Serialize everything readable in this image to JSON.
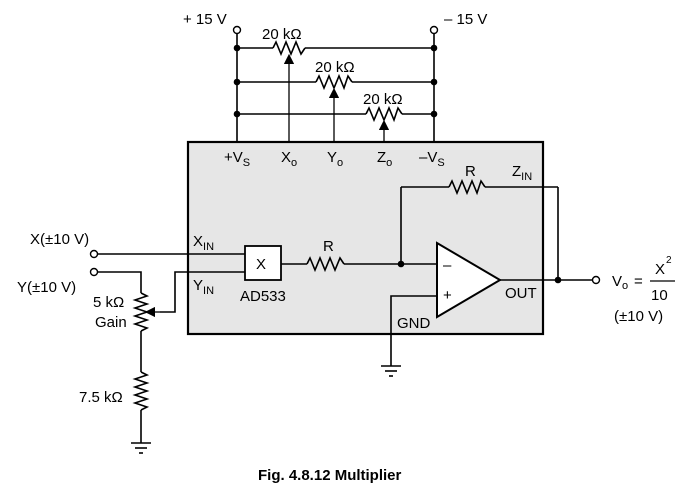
{
  "supplies": {
    "pos": "+ 15 V",
    "neg": "– 15 V"
  },
  "trim_resistors": {
    "r1": "20 kΩ",
    "r2": "20 kΩ",
    "r3": "20 kΩ"
  },
  "chip": {
    "pin_vs_pos": "+V",
    "pin_vs_pos_sub": "S",
    "pin_xo": "X",
    "pin_xo_sub": "o",
    "pin_yo": "Y",
    "pin_yo_sub": "o",
    "pin_zo": "Z",
    "pin_zo_sub": "o",
    "pin_vs_neg": "–V",
    "pin_vs_neg_sub": "S",
    "r_feedback": "R",
    "z_in": "Z",
    "z_in_sub": "IN",
    "x_in": "X",
    "x_in_sub": "IN",
    "y_in": "Y",
    "y_in_sub": "IN",
    "multiplier_symbol": "X",
    "part_name": "AD533",
    "r_input": "R",
    "opamp_minus": "–",
    "opamp_plus": "+",
    "gnd": "GND",
    "out": "OUT"
  },
  "inputs": {
    "x": "X(±10 V)",
    "y": "Y(±10 V)"
  },
  "gain_pot": {
    "value": "5 kΩ",
    "label": "Gain"
  },
  "bottom_resistor": "7.5 kΩ",
  "output": {
    "v": "V",
    "v_sub": "o",
    "equals": "=",
    "numerator": "X",
    "exponent": "2",
    "denominator": "10",
    "range": "(±10 V)"
  },
  "caption": "Fig. 4.8.12 Multiplier"
}
